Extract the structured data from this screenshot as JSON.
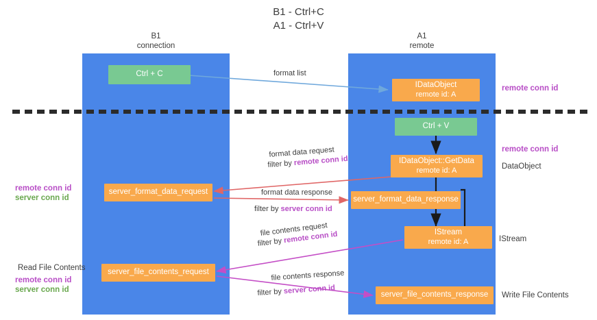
{
  "title": "B1 - Ctrl+C\nA1 - Ctrl+V",
  "lanes": [
    {
      "id": "b1",
      "name": "B1",
      "sub": "connection"
    },
    {
      "id": "a1",
      "name": "A1",
      "sub": "remote"
    }
  ],
  "nodes": [
    {
      "id": "ctrl-c",
      "line1": "Ctrl + C",
      "line2": "",
      "color": "#79c992"
    },
    {
      "id": "idataobject",
      "line1": "IDataObject",
      "line2": "remote id: A",
      "color": "#f9a94c"
    },
    {
      "id": "ctrl-v",
      "line1": "Ctrl + V",
      "line2": "",
      "color": "#79c992"
    },
    {
      "id": "idataobject-getdata",
      "line1": "IDataObject::GetData",
      "line2": "remote id: A",
      "color": "#f9a94c"
    },
    {
      "id": "server-format-data-request",
      "line1": "server_format_data_request",
      "line2": "",
      "color": "#f9a94c"
    },
    {
      "id": "server-format-data-response",
      "line1": "server_format_data_response",
      "line2": "",
      "color": "#f9a94c"
    },
    {
      "id": "istream",
      "line1": "IStream",
      "line2": "remote id: A",
      "color": "#f9a94c"
    },
    {
      "id": "server-file-contents-request",
      "line1": "server_file_contents_request",
      "line2": "",
      "color": "#f9a94c"
    },
    {
      "id": "server-file-contents-response",
      "line1": "server_file_contents_response",
      "line2": "",
      "color": "#f9a94c"
    }
  ],
  "edges": [
    {
      "id": "format-list",
      "label": "format list",
      "filter": "",
      "filter_token": "",
      "color": "#6fa8dc"
    },
    {
      "id": "format-data-request",
      "label": "format data request",
      "filter": "filter by ",
      "filter_token": "remote conn id",
      "color": "#e06666"
    },
    {
      "id": "format-data-response",
      "label": "format data response",
      "filter": "filter by ",
      "filter_token": "server conn id",
      "color": "#e06666"
    },
    {
      "id": "file-contents-request",
      "label": "file contents request",
      "filter": "filter by ",
      "filter_token": "remote conn id",
      "color": "#c44ec6"
    },
    {
      "id": "file-contents-response",
      "label": "file contents response",
      "filter": "filter by ",
      "filter_token": "server conn id",
      "color": "#c44ec6"
    }
  ],
  "annotations": {
    "right_top": "remote conn id",
    "right_dataobject_id": "remote conn id",
    "right_dataobject": "DataObject",
    "right_istream": "IStream",
    "right_write_file": "Write File Contents",
    "left_mid_remote": "remote conn id",
    "left_mid_server": "server conn id",
    "left_read_file": "Read File Contents",
    "left_bot_remote": "remote conn id",
    "left_bot_server": "server conn id"
  },
  "colors": {
    "lane": "#4a86e8",
    "green_node": "#79c992",
    "orange_node": "#f9a94c",
    "divider": "#2b2b2b",
    "blue_arrow": "#6fa8dc",
    "red_arrow": "#e06666",
    "magenta_arrow": "#c44ec6",
    "purple_text": "#b84ec6",
    "green_text": "#6aa84f",
    "black_arrow": "#1a1a1a"
  }
}
